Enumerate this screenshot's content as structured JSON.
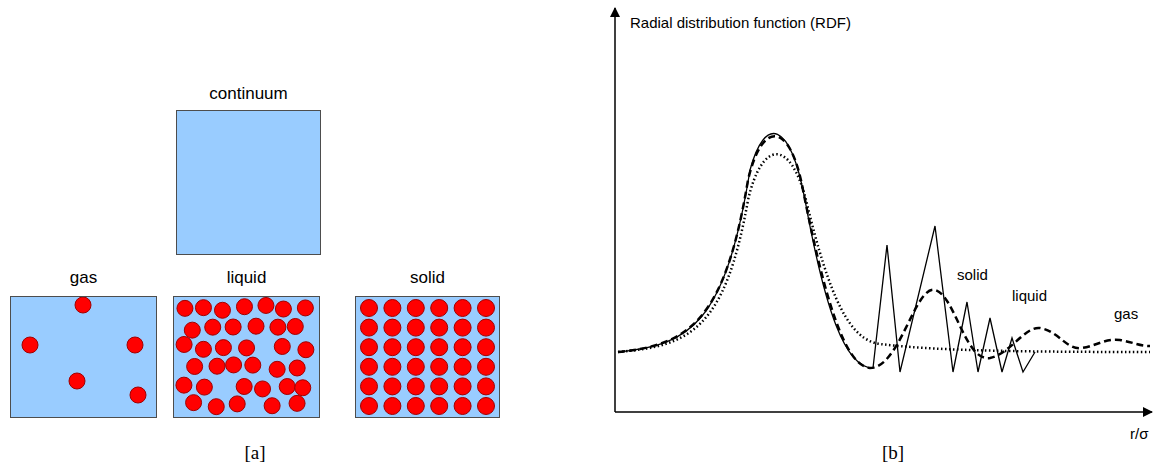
{
  "diagram": {
    "nodes": [
      {
        "text": [
          "continuum"
        ]
      },
      {
        "text": [
          "gas"
        ]
      },
      {
        "text": [
          "liquid"
        ]
      },
      {
        "text": [
          "solid"
        ]
      }
    ],
    "labels": [
      "[a]",
      "[b]",
      "Radial distribution function (RDF)",
      "solid",
      "liquid",
      "gas",
      "r/σ"
    ]
  }
}
